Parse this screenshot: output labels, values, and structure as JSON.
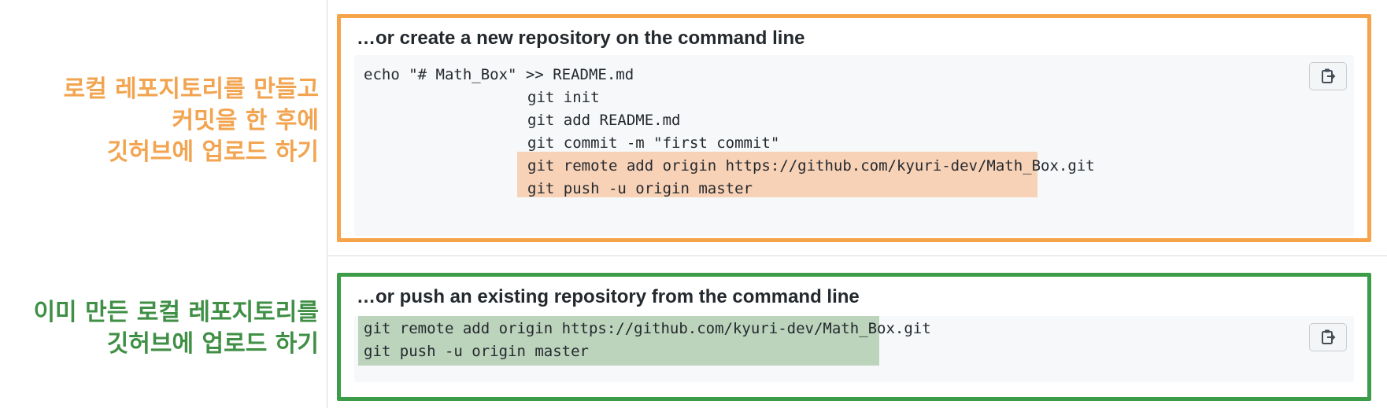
{
  "annotations": {
    "create": {
      "lines": [
        "로컬 레포지토리를 만들고",
        "커밋을 한 후에",
        "깃허브에 업로드 하기"
      ],
      "color": "#f2a450"
    },
    "push": {
      "lines": [
        "이미 만든 로컬 레포지토리를",
        "깃허브에 업로드 하기"
      ],
      "color": "#3f8f45"
    }
  },
  "sections": {
    "create": {
      "heading": "…or create a new repository on the command line",
      "border_color": "#f6a34a",
      "highlight_color": "#f8d2b7",
      "lines": [
        "echo \"# Math_Box\" >> README.md",
        "git init",
        "git add README.md",
        "git commit -m \"first commit\"",
        "git remote add origin https://github.com/kyuri-dev/Math_Box.git",
        "git push -u origin master"
      ],
      "copy_icon": "clipboard-icon"
    },
    "push": {
      "heading": "…or push an existing repository from the command line",
      "border_color": "#3c9c47",
      "highlight_color": "#bcd3bc",
      "lines": [
        "git remote add origin https://github.com/kyuri-dev/Math_Box.git",
        "git push -u origin master"
      ],
      "copy_icon": "clipboard-icon"
    }
  }
}
